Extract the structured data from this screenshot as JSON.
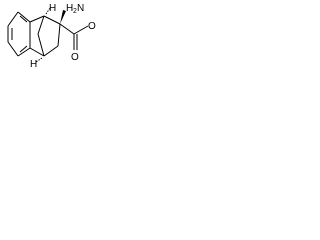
{
  "structure": {
    "stereo_h_top": "H",
    "stereo_h_bottom": "H",
    "amine_h": "H",
    "amine_sub": "2",
    "amine_n": "N",
    "ester_o": "O",
    "carbonyl_o": "O",
    "ink_color": "#000000",
    "background_color": "#ffffff"
  }
}
